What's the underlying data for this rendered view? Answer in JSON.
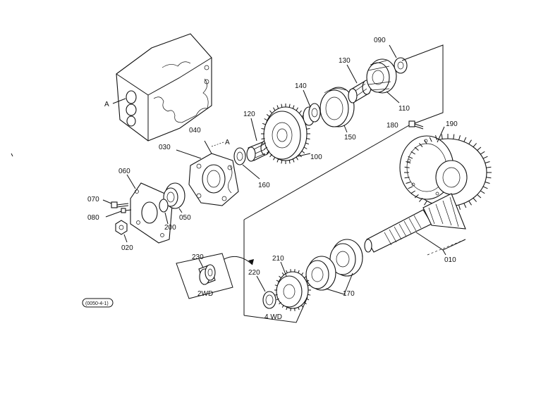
{
  "diagram": {
    "labels": {
      "p010": "010",
      "p020": "020",
      "p030": "030",
      "p040": "040",
      "p050": "050",
      "p060": "060",
      "p070": "070",
      "p080": "080",
      "p090": "090",
      "p100": "100",
      "p110": "110",
      "p120": "120",
      "p130": "130",
      "p140": "140",
      "p150": "150",
      "p160": "160",
      "p170": "170",
      "p180": "180",
      "p190": "190",
      "p200": "200",
      "p210": "210",
      "p220": "220",
      "p230": "230",
      "ref_a_housing": "A",
      "ref_a_plate": "A",
      "variant_2wd": "2WD",
      "variant_4wd": "4 WD",
      "figure_code": "(0050-4-1)"
    }
  }
}
